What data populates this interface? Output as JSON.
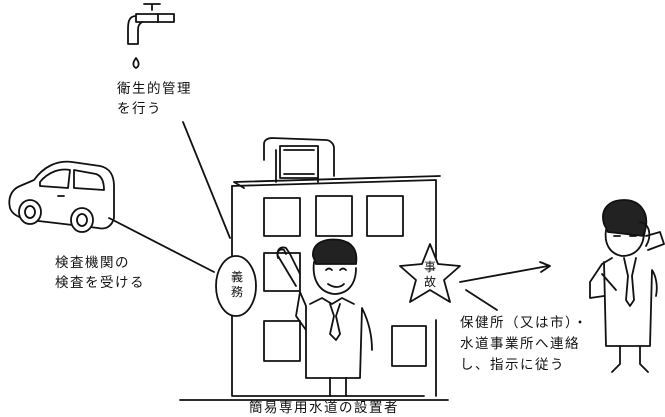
{
  "labels": {
    "hygiene_line1": "衛生的管理",
    "hygiene_line2": "を行う",
    "inspection_line1": "検査機関の",
    "inspection_line2": "検査を受ける",
    "contact_line1": "保健所（又は市）・",
    "contact_line2": "水道事業所へ連絡",
    "contact_line3": "し、指示に従う"
  },
  "badges": {
    "duty_line1": "義",
    "duty_line2": "務",
    "accident_line1": "事",
    "accident_line2": "故"
  },
  "caption": "簡易専用水道の設置者"
}
